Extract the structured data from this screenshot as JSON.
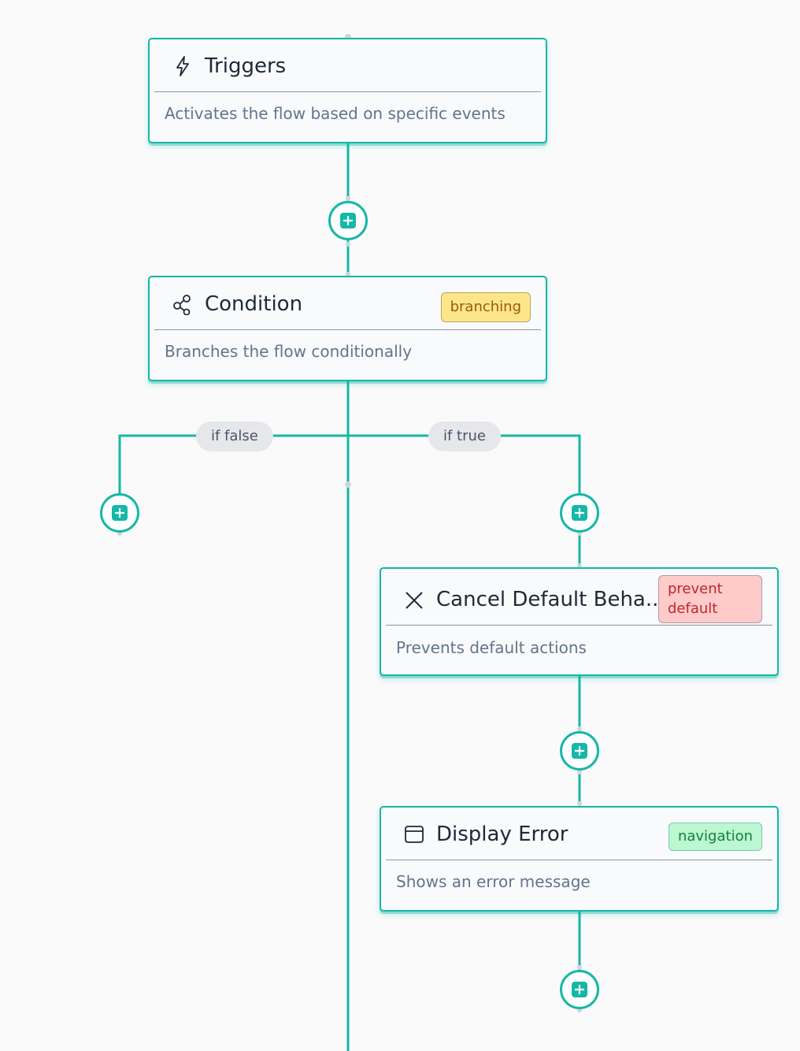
{
  "nodes": {
    "triggers": {
      "title": "Triggers",
      "description": "Activates the flow based on specific events",
      "icon": "lightning-bolt-icon"
    },
    "condition": {
      "title": "Condition",
      "description": "Branches the flow conditionally",
      "icon": "branch-share-icon",
      "badge": "branching"
    },
    "cancel_default": {
      "title": "Cancel Default Beha...",
      "description": "Prevents default actions",
      "icon": "close-x-icon",
      "badge_line1": "prevent",
      "badge_line2": "default"
    },
    "display_error": {
      "title": "Display Error",
      "description": "Shows an error message",
      "icon": "window-icon",
      "badge": "navigation"
    }
  },
  "edges": {
    "false_label": "if false",
    "true_label": "if true"
  },
  "colors": {
    "accent": "#14b8a6",
    "background": "#fafafb",
    "badge_branching": "#fde68a",
    "badge_prevent_default": "#fecaca",
    "badge_navigation": "#bbf7d0"
  }
}
